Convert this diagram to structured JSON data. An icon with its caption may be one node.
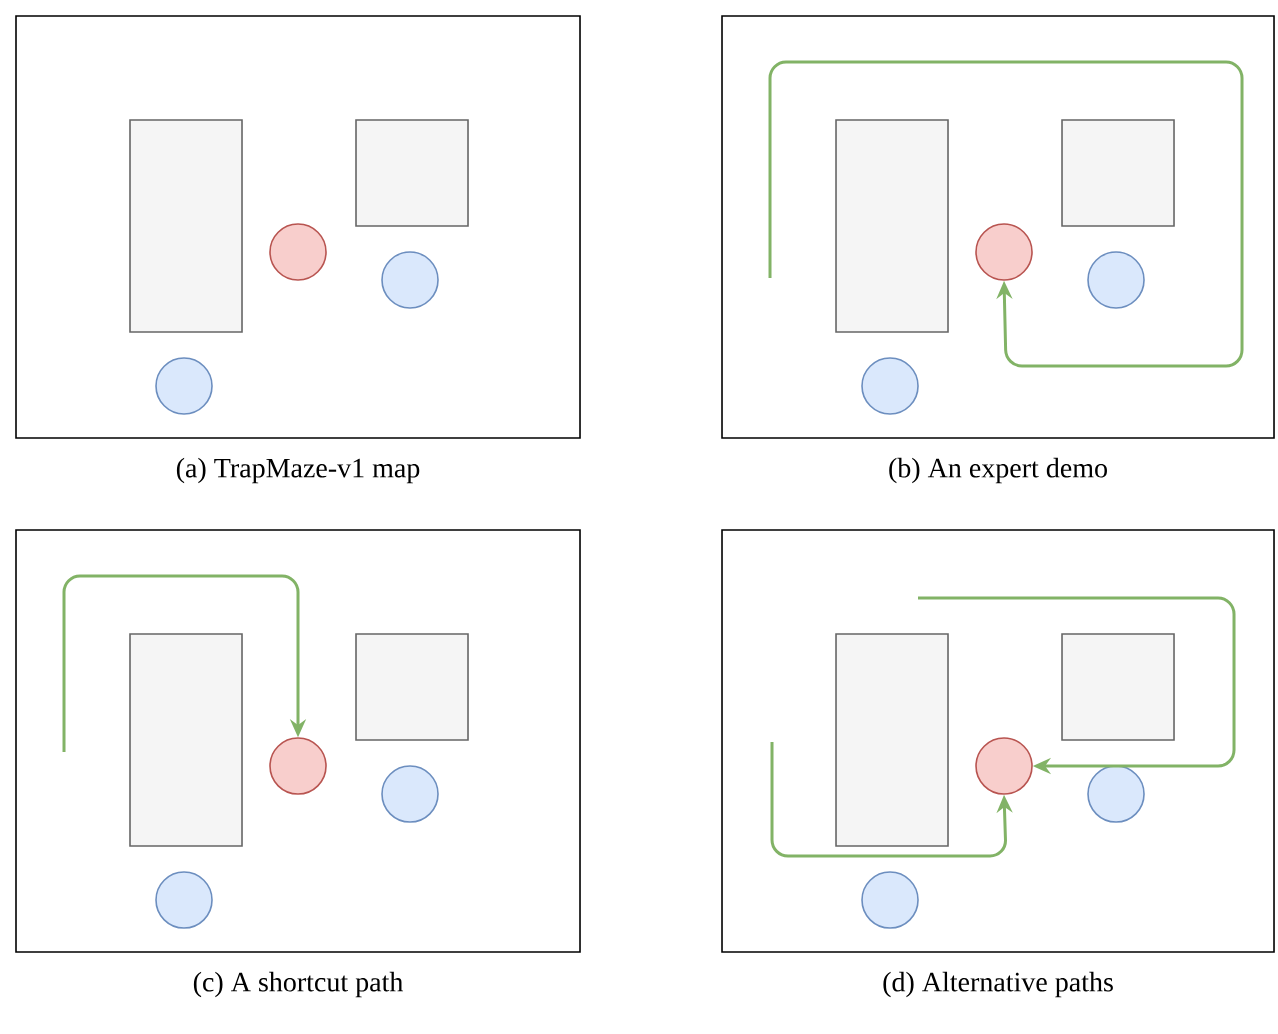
{
  "diagram": {
    "nodes": [
      {
        "text": [
          "(a) TrapMaze-v1 map"
        ]
      },
      {
        "text": [],
        "shape": "box",
        "in": 0
      },
      {
        "text": [],
        "shape": "box",
        "in": 0
      },
      {
        "text": [],
        "shape": "circle",
        "in": 0
      },
      {
        "text": [],
        "shape": "circle",
        "in": 0
      },
      {
        "text": [],
        "shape": "circle",
        "in": 0
      },
      {
        "text": [
          "(b) An expert demo"
        ]
      },
      {
        "text": [],
        "shape": "box",
        "in": 6
      },
      {
        "text": [],
        "shape": "box",
        "in": 6
      },
      {
        "text": [],
        "shape": "circle",
        "in": 6
      },
      {
        "text": [],
        "shape": "circle",
        "in": 6
      },
      {
        "text": [],
        "shape": "circle",
        "in": 6
      },
      {
        "text": [
          "(c) A shortcut path"
        ]
      },
      {
        "text": [],
        "shape": "box",
        "in": 12
      },
      {
        "text": [],
        "shape": "box",
        "in": 12
      },
      {
        "text": [],
        "shape": "circle",
        "in": 12
      },
      {
        "text": [],
        "shape": "circle",
        "in": 12
      },
      {
        "text": [],
        "shape": "circle",
        "in": 12
      },
      {
        "text": [
          "(d) Alternative paths"
        ]
      },
      {
        "text": [],
        "shape": "box",
        "in": 18
      },
      {
        "text": [],
        "shape": "box",
        "in": 18
      },
      {
        "text": [],
        "shape": "circle",
        "in": 18
      },
      {
        "text": [],
        "shape": "circle",
        "in": 18
      },
      {
        "text": [],
        "shape": "circle",
        "in": 18
      }
    ],
    "edges": [
      {
        "from": null,
        "to": 9,
        "arrow": "to"
      },
      {
        "from": null,
        "to": 15,
        "arrow": "to"
      },
      {
        "from": null,
        "to": 21,
        "arrow": "to"
      },
      {
        "from": null,
        "to": 21,
        "arrow": "to"
      }
    ]
  }
}
